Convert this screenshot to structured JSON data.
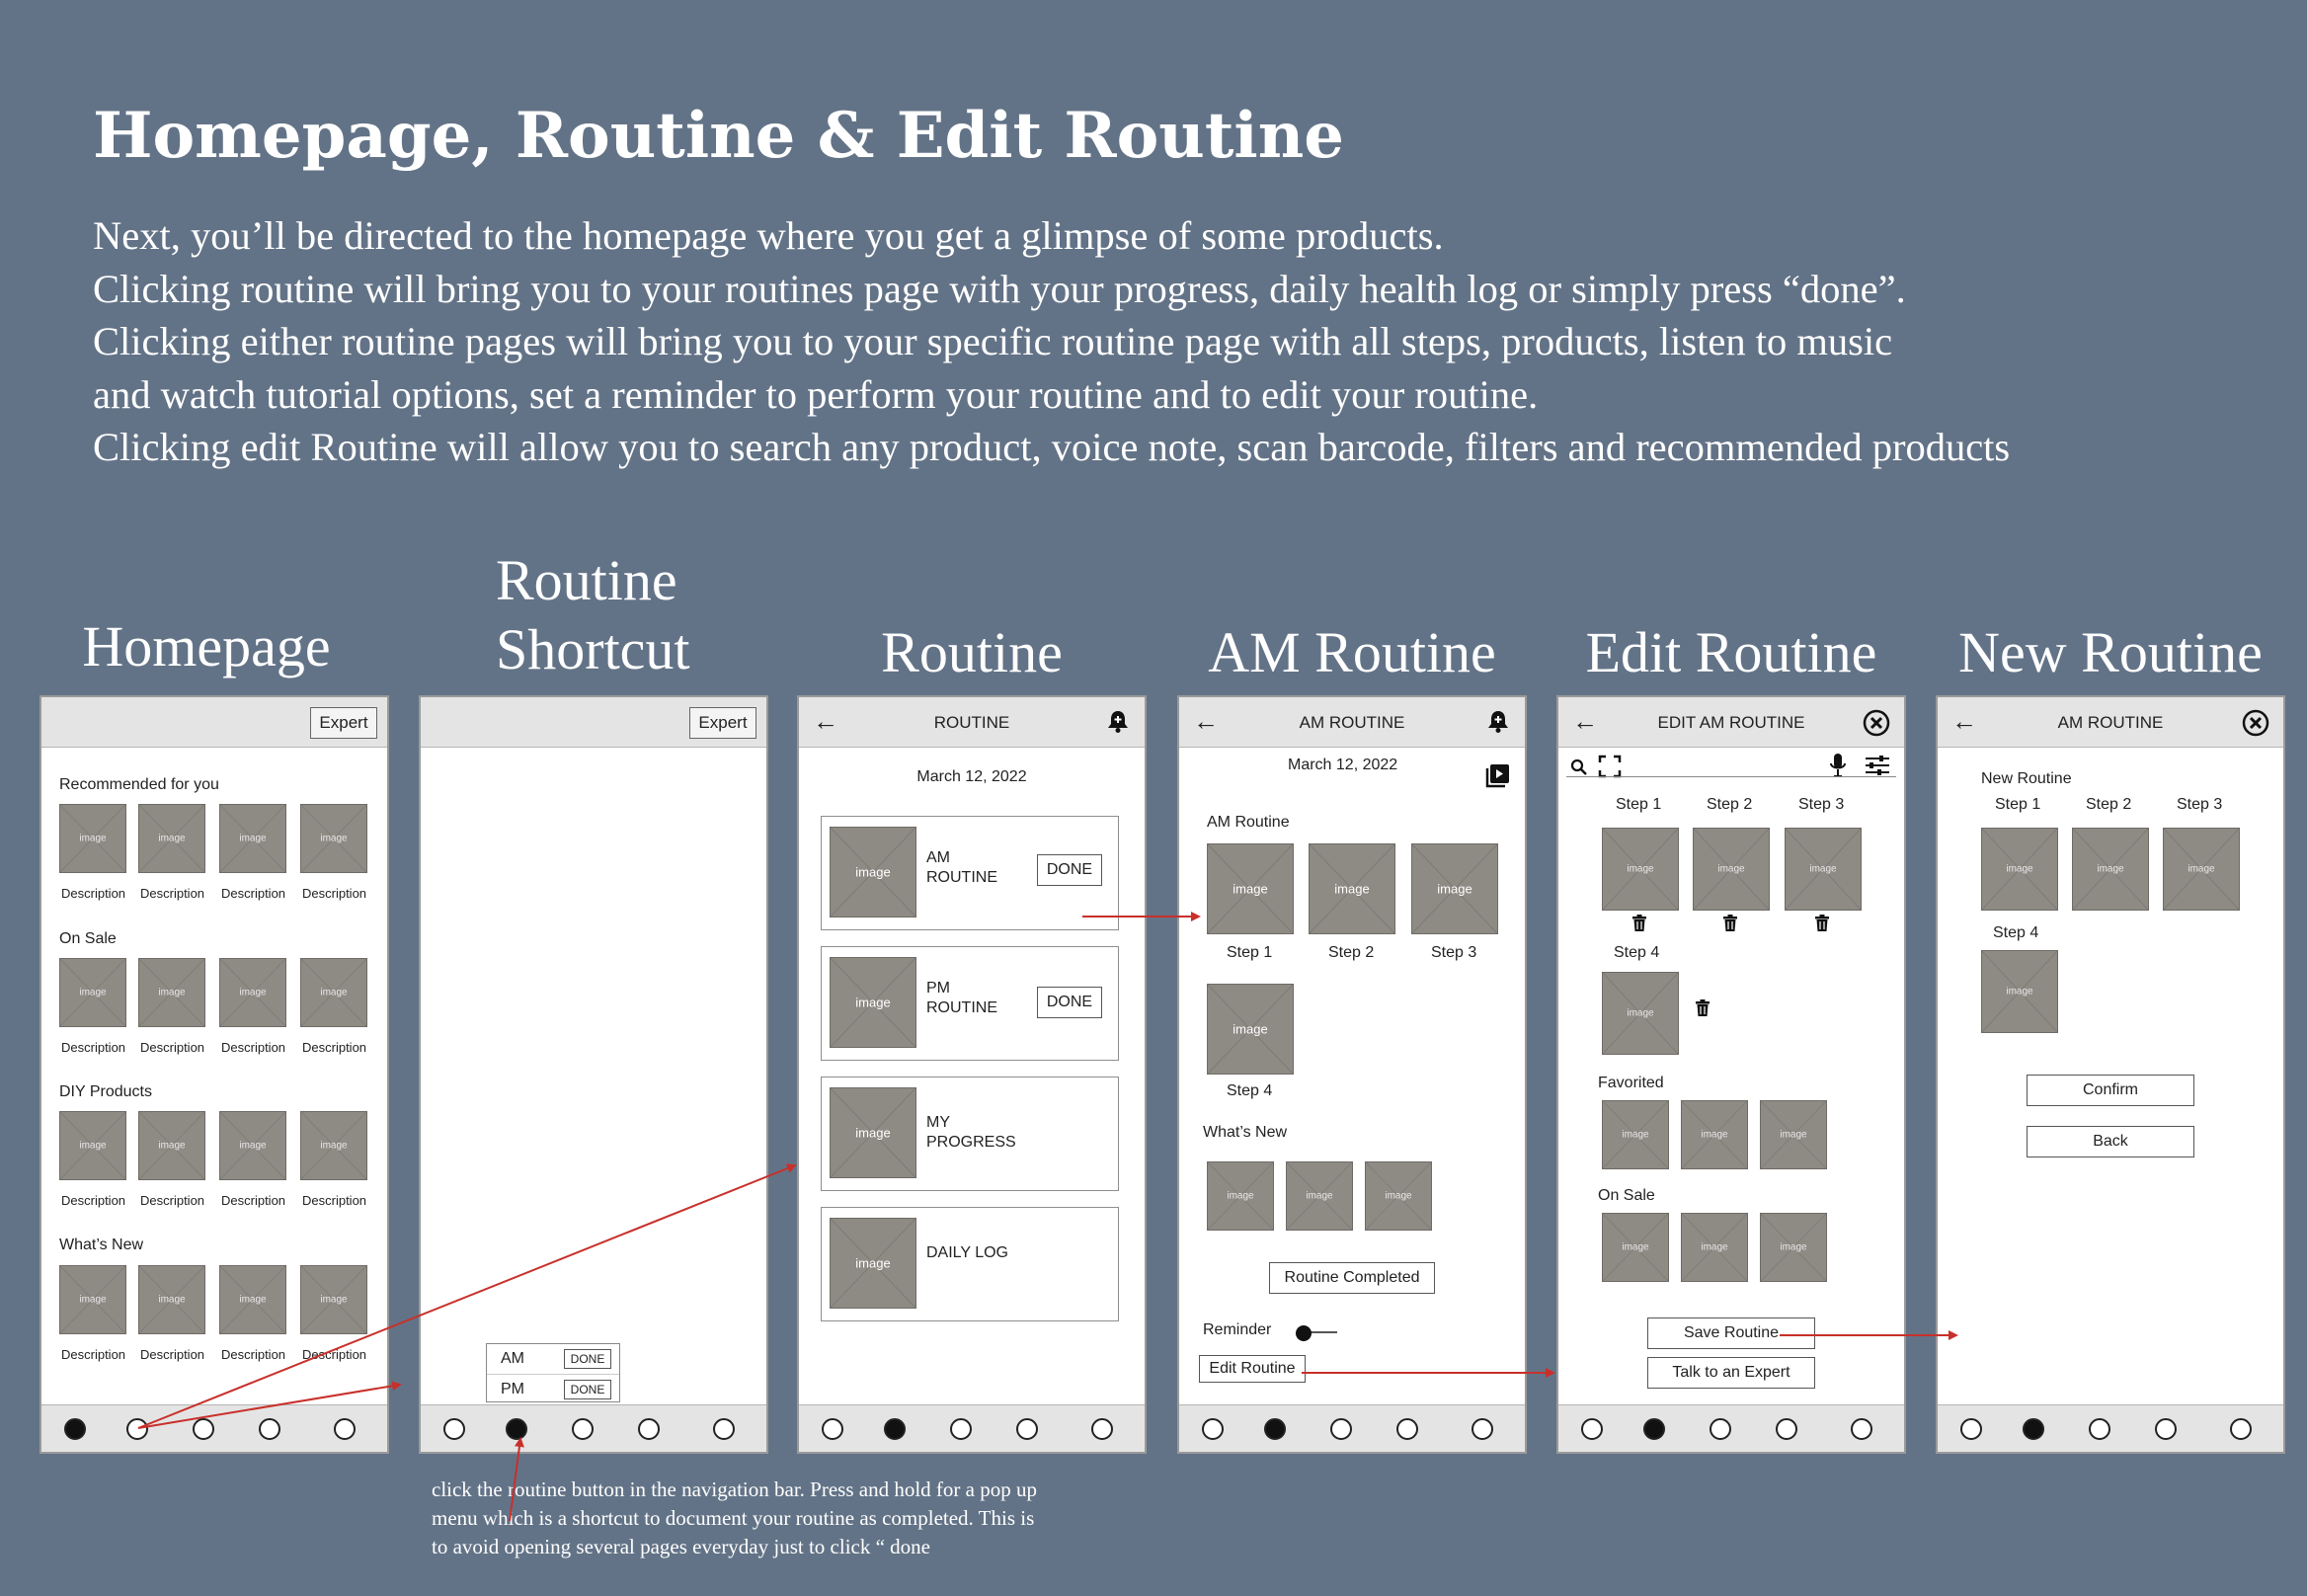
{
  "heading": "Homepage, Routine & Edit Routine",
  "intro": [
    "Next, you’ll be directed to the homepage where you get a glimpse of some products.",
    "Clicking routine will bring you to your routines page with your progress, daily health log or simply press “done”.",
    "Clicking either routine pages will bring you to your specific routine page with all steps, products, listen to music",
    "and watch tutorial options, set a reminder to perform your routine and to edit your routine.",
    "Clicking edit Routine will allow you to search any product, voice note, scan barcode, filters and recommended products"
  ],
  "screen_titles": {
    "homepage": "Homepage",
    "shortcut_line1": "Routine",
    "shortcut_line2": "Shortcut",
    "routine": "Routine",
    "am_routine": "AM Routine",
    "edit_routine": "Edit Routine",
    "new_routine": "New Routine"
  },
  "common": {
    "expert": "Expert",
    "image": "image",
    "description": "Description",
    "done": "DONE",
    "back_arrow": "←"
  },
  "homepage": {
    "sections": [
      "Recommended for you",
      "On Sale",
      "DIY Products",
      "What’s New"
    ]
  },
  "shortcut": {
    "popup_am": "AM",
    "popup_pm": "PM"
  },
  "routine": {
    "title": "ROUTINE",
    "date": "March 12, 2022",
    "cards": [
      {
        "line1": "AM",
        "line2": "ROUTINE"
      },
      {
        "line1": "PM",
        "line2": "ROUTINE"
      },
      {
        "line1": "MY",
        "line2": "PROGRESS"
      },
      {
        "line1": "DAILY LOG",
        "line2": ""
      }
    ]
  },
  "am_routine": {
    "title": "AM ROUTINE",
    "date": "March 12, 2022",
    "section": "AM Routine",
    "steps": [
      "Step 1",
      "Step 2",
      "Step 3",
      "Step 4"
    ],
    "whats_new": "What’s New",
    "completed_btn": "Routine Completed",
    "reminder": "Reminder",
    "edit_btn": "Edit Routine"
  },
  "edit_routine": {
    "title": "EDIT AM ROUTINE",
    "steps": [
      "Step 1",
      "Step 2",
      "Step 3",
      "Step 4"
    ],
    "favorited": "Favorited",
    "on_sale": "On Sale",
    "save_btn": "Save Routine",
    "expert_btn": "Talk to an Expert"
  },
  "new_routine": {
    "title": "AM ROUTINE",
    "label": "New Routine",
    "steps": [
      "Step 1",
      "Step 2",
      "Step 3",
      "Step 4"
    ],
    "confirm": "Confirm",
    "back": "Back"
  },
  "caption": "click the routine button in the navigation bar. Press and hold for a pop up menu which is a shortcut to document your routine as completed. This is to avoid opening several pages everyday just to click “ done",
  "colors": {
    "background": "#637387",
    "placeholder": "#8e8a84",
    "arrow": "#c8302b"
  }
}
